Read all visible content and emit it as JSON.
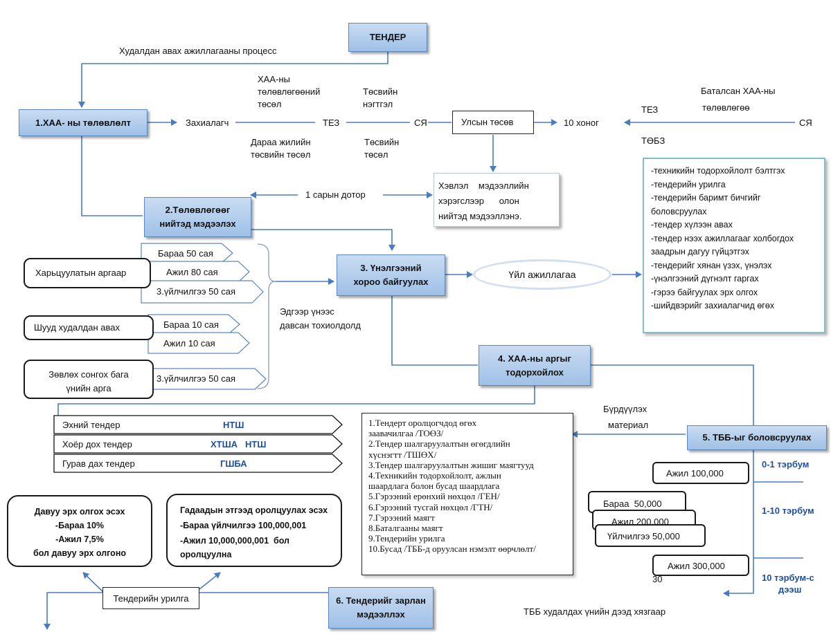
{
  "title_box": "ТЕНДЕР",
  "process_label": "Худалдан авах ажиллагааны процесс",
  "boxes": {
    "plan": "1.ХАА- ны төлөвлөлт",
    "announce": [
      "2.Төлөвлөгөөг",
      "нийтэд мэдээлэх"
    ],
    "commission": [
      "3. Үнэлгээний",
      "хороо байгуулах"
    ],
    "method": [
      "4. ХАА-ны аргыг",
      "тодорхойлох"
    ],
    "prepare": "5. ТББ-ыг боловсруулах",
    "publish": [
      "6. Тендерийг зарлан",
      "мэдээллэх"
    ]
  },
  "flow": {
    "customer": "Захиалагч",
    "tez_mid": "ТЕЗ",
    "sya_mid": "СЯ",
    "state_budget": "Улсын төсөв",
    "ten_days": "10 хоног",
    "tez_right": "ТЕЗ",
    "sya_right": "СЯ",
    "tobz": "ТӨБЗ",
    "approved_plan": [
      "Баталсан ХАА-ны",
      "төлөвлөгөө"
    ],
    "plan_draft": [
      "ХАА-ны",
      "төлөвлөгөөний",
      "төсөл"
    ],
    "budget_summary": [
      "Төсвийн",
      "нэгтгэл"
    ],
    "next_year_budget": [
      "Дараа жилийн",
      "төсвийн  төсөл"
    ],
    "budget_draft": [
      "Төсвийн",
      "төсөл"
    ],
    "within_month": "1 сарын дотор",
    "media": [
      "Хэвлэл    мэдээллийн",
      "хэрэгслээр      олон",
      "нийтэд мэдээллэнэ."
    ],
    "activity": "Үйл ажиллагаа",
    "exceed": [
      "Эдгээр үнээс",
      "давсан тохиолдолд"
    ],
    "docs_label": [
      "Бүрдүүлэх",
      "материал"
    ],
    "price_limit": "ТББ худалдах үнийн дээд хязгаар"
  },
  "methods": {
    "compare": "Харьцуулатын аргаар",
    "compare_items": [
      "Бараа 50 сая",
      "Ажил 80 сая",
      "3.үйлчилгээ 50 сая"
    ],
    "direct": "Шууд худалдан авах",
    "direct_items": [
      "Бараа 10 сая",
      "Ажил 10 сая"
    ],
    "consult": [
      "Зөвлөх сонгох бага",
      "үнийн арга"
    ],
    "consult_items": [
      "3.үйлчилгээ 50 сая"
    ]
  },
  "activities": [
    "-техникийн тодорхойлолт бэлтгэх",
    "-тендерийн урилга",
    "-тендерийн баримт бичгийг",
    "боловсруулах",
    "-тендер хүлээн авах",
    "-тендер нээх ажиллагааг холбогдох",
    "заадрын дагуу гүйцэтгэх",
    "-тендерийг хянан үзэх, үнэлэх",
    "-үнэлгээний дүгнэлт гаргах",
    "-гэрээ байгуулах эрх олгох",
    "-шийдвэрийг захиалагчид өгөх"
  ],
  "tenders": [
    {
      "name": "Эхний тендер",
      "codes": [
        "НТШ"
      ]
    },
    {
      "name": "Хоёр дох тендер",
      "codes": [
        "ХТША",
        "НТШ"
      ]
    },
    {
      "name": "Гурав дах тендер",
      "codes": [
        "ГШБА"
      ]
    }
  ],
  "documents": [
    "1.Тендерт оролцогчдод өгөх",
    "заавачилгаа /ТОӨЗ/",
    "2.Тендер шалгаруулалтын өгөгдлийн",
    "хүснэгтт /ТШӨХ/",
    "3.Тендер шалгаруулалтын жишиг маягтууд",
    "4.Техникийн тодорхойлолт, ажлын",
    "шаардлага болон бусад шаардлага",
    "5.Гэрээний ерөнхий нөхцөл /ГЕН/",
    "6.Гэрээний тусгай нөхцөл /ГТН/",
    "7.Гэрээний маягт",
    "8.Баталгааны маягт",
    "9.Тендерийн урилга",
    "10.Бусад /ТББ-д оруулсан нэмэлт өөрчлөлт/"
  ],
  "price_bands": {
    "band1_label": "0-1 тэрбум",
    "band2_label": "1-10 тэрбум",
    "band3_label": [
      "10 тэрбум-с",
      "дээш"
    ],
    "work_100": "Ажил 100,000",
    "goods_50": "Бараа  50,000",
    "work_200": "Ажил 200,000",
    "service_50": "Үйлчилгээ 50,000",
    "work_300": "Ажил 300,000",
    "stray_number": "30"
  },
  "preference": {
    "title": "Давуу эрх олгох эсэх",
    "lines": [
      "-Бараа 10%",
      "-Ажил 7,5%",
      "бол давуу эрх олгоно"
    ]
  },
  "foreign": {
    "title": "Гадаадын этгээд оролцуулах эсэх",
    "lines": [
      "-Бараа үйлчилгээ 100,000,001",
      "-Ажил 10,000,000,001  бол",
      "оролцуулна"
    ]
  },
  "invitation": "Тендерийн урилга",
  "colors": {
    "box_fill": "#b5cfee",
    "box_border": "#5b86c0",
    "arrow": "#4a7cc2",
    "band_text": "#1f4fa0"
  }
}
